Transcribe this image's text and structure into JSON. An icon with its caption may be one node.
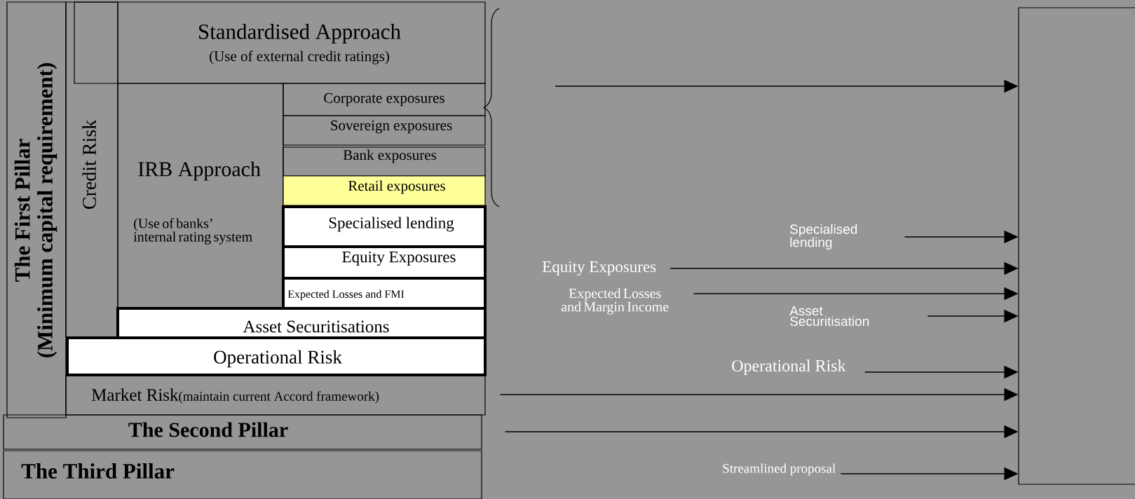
{
  "diagram": {
    "nodes": [
      {
        "text": [
          "The First Pillar",
          "(Minimum capital requirement)"
        ]
      },
      {
        "text": [
          "Credit Risk"
        ]
      },
      {
        "text": [
          "Standardised Approach",
          "(Use of external credit ratings)"
        ]
      },
      {
        "text": [
          "IRB Approach",
          "(Use of banks’ internal rating system"
        ]
      },
      {
        "text": [
          "Corporate exposures"
        ]
      },
      {
        "text": [
          "Sovereign exposures"
        ]
      },
      {
        "text": [
          "Bank exposures"
        ]
      },
      {
        "text": [
          "Retail exposures"
        ]
      },
      {
        "text": [
          "Specialised lending"
        ]
      },
      {
        "text": [
          "Equity Exposures"
        ]
      },
      {
        "text": [
          "Expected Losses and FMI"
        ]
      },
      {
        "text": [
          "Asset Securitisations"
        ]
      },
      {
        "text": [
          "Operational Risk"
        ]
      },
      {
        "text": [
          "Market Risk",
          "(maintain current Accord framework)"
        ]
      },
      {
        "text": [
          "The Second Pillar"
        ]
      },
      {
        "text": [
          "The Third Pillar"
        ]
      },
      {
        "text": [],
        "shape": "box"
      },
      {
        "text": [
          "Specialised lending"
        ]
      },
      {
        "text": [
          "Equity Exposures"
        ]
      },
      {
        "text": [
          "Expected Losses and Margin Income"
        ]
      },
      {
        "text": [
          "Asset Securitisation"
        ]
      },
      {
        "text": [
          "Operational Risk"
        ]
      },
      {
        "text": [
          "Streamlined proposal"
        ]
      }
    ],
    "edges": [
      {
        "from": null,
        "to": 16,
        "arrow": "to"
      },
      {
        "from": 17,
        "to": 16,
        "arrow": "to"
      },
      {
        "from": 18,
        "to": 16,
        "arrow": "to"
      },
      {
        "from": 19,
        "to": 16,
        "arrow": "to"
      },
      {
        "from": 20,
        "to": 16,
        "arrow": "to"
      },
      {
        "from": 21,
        "to": 16,
        "arrow": "to"
      },
      {
        "from": 13,
        "to": 16,
        "arrow": "to"
      },
      {
        "from": 14,
        "to": 16,
        "arrow": "to"
      },
      {
        "from": 22,
        "to": 16,
        "arrow": "to"
      }
    ]
  }
}
